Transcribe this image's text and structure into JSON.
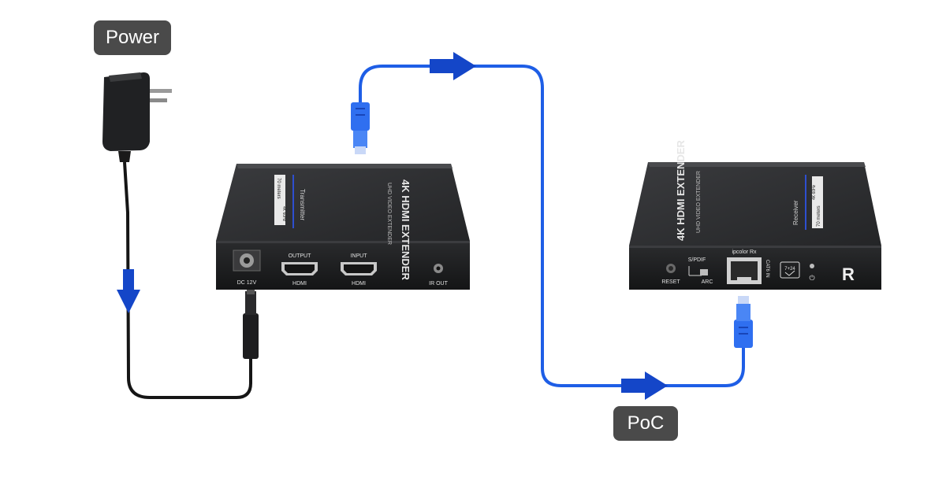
{
  "labels": {
    "power": "Power",
    "poc": "PoC"
  },
  "transmitter": {
    "title": "4K HDMI EXTENDER",
    "subtitle": "UHD VIDEO EXTENDER",
    "role": "Transmitter",
    "badge": "70 meters",
    "badge_2": "4K 60Hz",
    "ports": {
      "dc": "DC 12V",
      "output_top": "OUTPUT",
      "output_bottom": "HDMI",
      "input_top": "INPUT",
      "input_bottom": "HDMI",
      "ir": "IR OUT"
    }
  },
  "receiver": {
    "title": "4K HDMI EXTENDER",
    "subtitle": "UHD VIDEO EXTENDER",
    "role": "Receiver",
    "badge": "70 meters",
    "badge_2": "4K 60Hz",
    "ports": {
      "reset": "RESET",
      "spdif": "S/PDIF",
      "arc": "ARC",
      "ipcolor": "ipcolor Rx",
      "cat": "CAT6 IN",
      "edid": "7+24",
      "logo": "R"
    }
  },
  "colors": {
    "cable_blue": "#1e5ee6",
    "arrow_blue": "#1446c8",
    "device_body": "#2e2f31",
    "device_face": "#1f2022",
    "label_bg": "#4a4a4a"
  }
}
